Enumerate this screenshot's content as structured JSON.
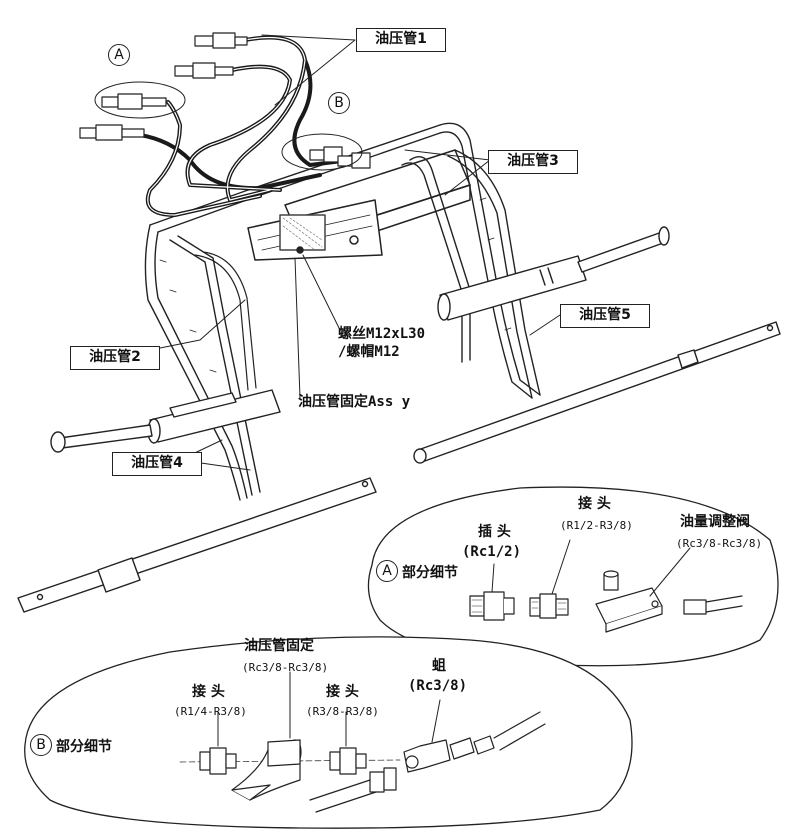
{
  "labels": {
    "pipe1": "油压管1",
    "pipe2": "油压管2",
    "pipe3": "油压管3",
    "pipe4": "油压管4",
    "pipe5": "油压管5",
    "bolt_line1": "螺丝M12xL30",
    "bolt_line2": "/螺帽M12",
    "fixing_assy": "油压管固定Ass y"
  },
  "markers": {
    "a": "A",
    "b": "B"
  },
  "detail_a": {
    "title": "部分细节",
    "plug_name": "插 头",
    "plug_spec": "(Rc1/2)",
    "joint_name": "接 头",
    "joint_spec": "(R1/2-R3/8)",
    "valve_name": "油量调整阀",
    "valve_spec": "(Rc3/8-Rc3/8)"
  },
  "detail_b": {
    "title": "部分细节",
    "joint1_name": "接 头",
    "joint1_spec": "(R1/4-R3/8)",
    "fix_name": "油压管固定",
    "fix_spec": "(Rc3/8-Rc3/8)",
    "joint2_name": "接 头",
    "joint2_spec": "(R3/8-R3/8)",
    "nut_name": "蛆",
    "nut_spec": "(Rc3/8)"
  }
}
